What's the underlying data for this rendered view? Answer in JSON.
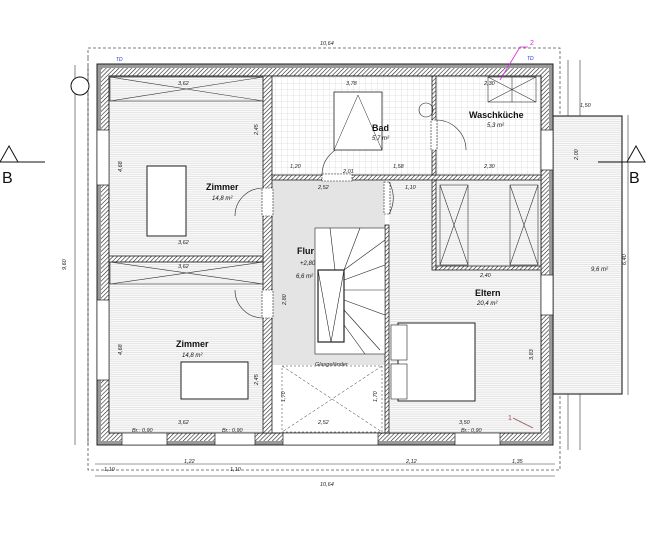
{
  "rooms": {
    "zimmer_top": {
      "name": "Zimmer",
      "area": "14,8 m²"
    },
    "zimmer_bottom": {
      "name": "Zimmer",
      "area": "14,8 m²"
    },
    "bad": {
      "name": "Bad",
      "area": "5,7 m²"
    },
    "waschkueche": {
      "name": "Waschküche",
      "area": "5,3 m²"
    },
    "flur": {
      "name": "Flur",
      "area": "6,6 m²",
      "level": "+2,80"
    },
    "eltern": {
      "name": "Eltern",
      "area": "20,4 m²"
    },
    "balkon": {
      "area": "9,6 m²"
    }
  },
  "section_marks": {
    "left": "B",
    "right": "B"
  },
  "annotations": {
    "marker_1": "1",
    "marker_2": "2",
    "td_left": "TD",
    "td_right": "TD",
    "stair_label": "Glasgeländer"
  },
  "windows": {
    "br1": "Br.: 0,90",
    "br2": "Br.: 0,90",
    "br3": "Br.: 0,90"
  },
  "dims": [
    "10,64",
    "10,64",
    "3,62",
    "3,62",
    "3,62",
    "3,62",
    "3,78",
    "2,30",
    "2,52",
    "2,52",
    "1,20",
    "2,01",
    "1,58",
    "2,30",
    "1,10",
    "2,40",
    "3,50",
    "1,50",
    "4,68",
    "4,68",
    "2,45",
    "2,45",
    "3,83",
    "1,70",
    "1,70",
    "2,80",
    "1,10",
    "1,10",
    "1,22",
    "2,12",
    "1,35",
    "9,60",
    "6,40",
    "2,00"
  ],
  "colors": {
    "wall": "#9a9a9a",
    "annotation_magenta": "#e020e0",
    "annotation_blue": "#2030e0",
    "flur_fill": "#e4e4e4"
  }
}
